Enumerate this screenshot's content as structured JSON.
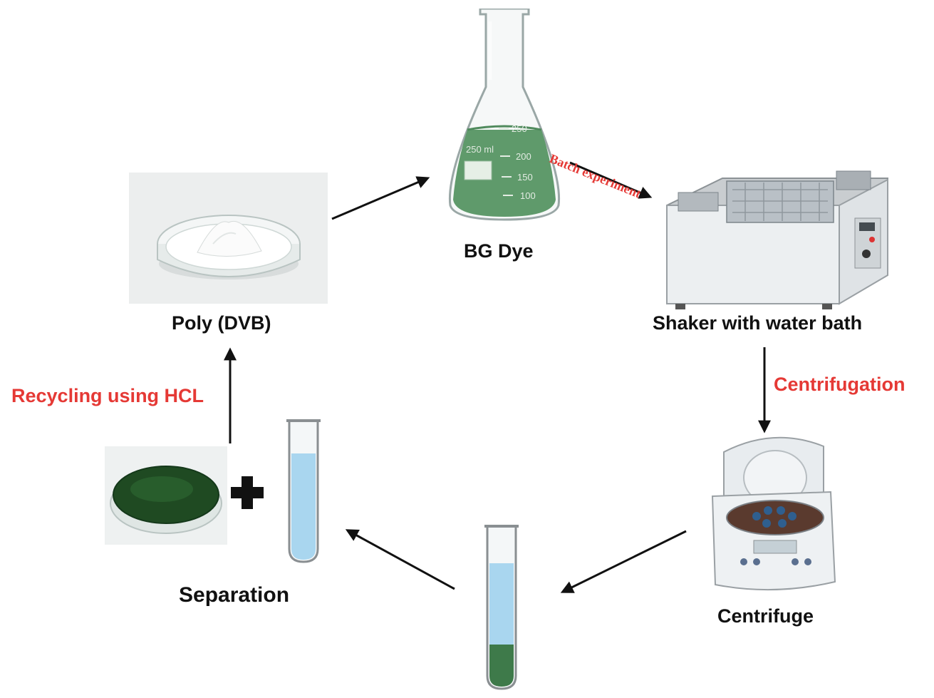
{
  "nodes": {
    "poly_dvb": "Poly (DVB)",
    "bg_dye": "BG Dye",
    "shaker": "Shaker with water bath",
    "centrifuge": "Centrifuge",
    "separation": "Separation"
  },
  "edges": {
    "batch_experiment": "Batch experiment",
    "centrifugation": "Centrifugation",
    "recycling": "Recycling using HCL"
  },
  "flask_markings": {
    "volume_label": "250 ml",
    "tick_250": "250",
    "tick_200": "200",
    "tick_150": "150",
    "tick_100": "100"
  },
  "colors": {
    "edge_label": "#e53935",
    "node_label": "#111111",
    "dye_green": "#5f9a6b",
    "dark_green": "#1f4a22",
    "tube_blue": "#a9d6ef",
    "arrow": "#111111"
  }
}
